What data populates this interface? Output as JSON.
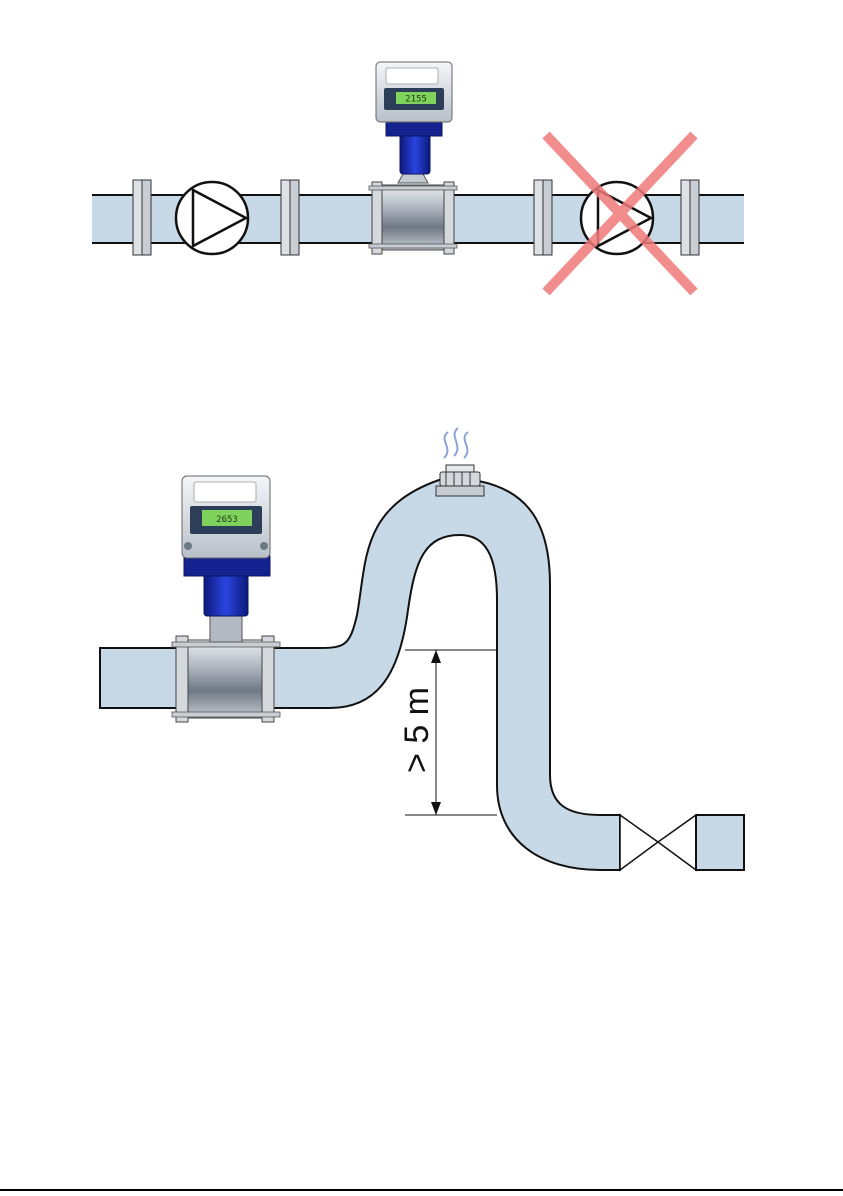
{
  "colors": {
    "pipe_fill": "#c7d8e6",
    "pipe_stroke": "#111111",
    "flange_fill": "#d5d9de",
    "sensor_body": "#9aa2ad",
    "neck_blue": "#1b2fb6",
    "housing": "#e2e6ec",
    "lcd": "#7fd25c",
    "cross": "#f07a7a"
  },
  "icons": {
    "pump": "pump-icon",
    "vent": "air-vent-valve-icon",
    "valve": "gate-valve-icon",
    "forbidden": "forbidden-cross-icon"
  },
  "top_diagram": {
    "transmitter_display": "2155",
    "forbidden_position": "pump-downstream-of-meter"
  },
  "bottom_diagram": {
    "transmitter_display": "2653",
    "dimension_label": "> 5 m"
  }
}
